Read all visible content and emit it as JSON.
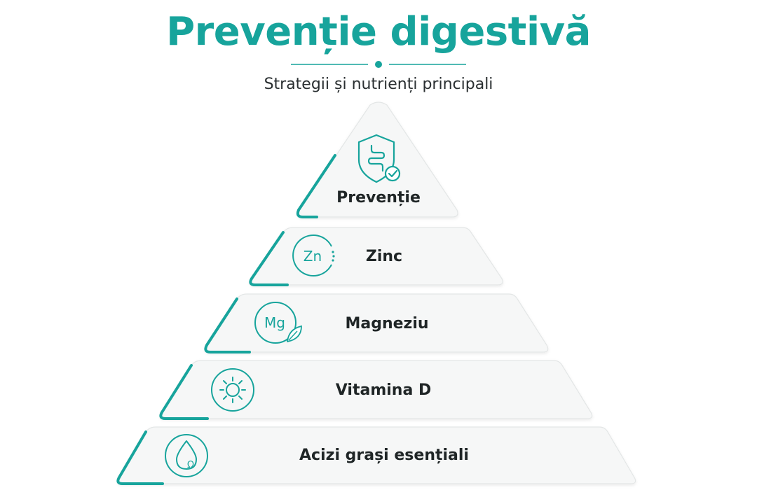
{
  "header": {
    "title": "Prevenție digestivă",
    "subtitle": "Strategii și nutrienți principali"
  },
  "colors": {
    "accent": "#17a49c",
    "tier_fill": "#f6f7f7",
    "tier_border": "#e3e6e6",
    "text": "#1f2526"
  },
  "pyramid": {
    "tiers": [
      {
        "label": "Prevenție",
        "icon": "gut-shield-check-icon"
      },
      {
        "label": "Zinc",
        "icon": "zinc-icon",
        "icon_text": "Zn"
      },
      {
        "label": "Magneziu",
        "icon": "magnesium-leaf-icon",
        "icon_text": "Mg"
      },
      {
        "label": "Vitamina D",
        "icon": "sun-icon"
      },
      {
        "label": "Acizi grași esențiali",
        "icon": "omega-drop-icon",
        "icon_text": "Ω"
      }
    ]
  }
}
